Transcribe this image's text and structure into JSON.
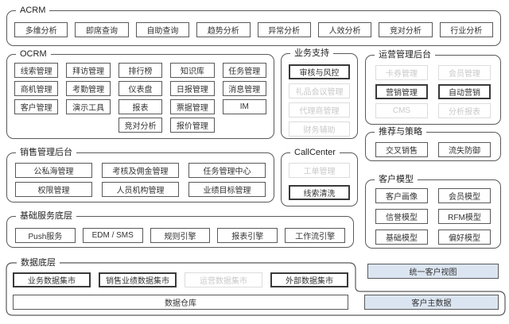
{
  "colors": {
    "group_border": "#595959",
    "button_border": "#595959",
    "emphasis_border": "#3a3a3a",
    "disabled_gray": "#c9c9c9",
    "highlight_blue": "#dbe5f1"
  },
  "acrm": {
    "label": "ACRM",
    "items": [
      {
        "label": "多维分析",
        "state": "normal"
      },
      {
        "label": "即席查询",
        "state": "normal"
      },
      {
        "label": "自助查询",
        "state": "normal"
      },
      {
        "label": "趋势分析",
        "state": "normal"
      },
      {
        "label": "异常分析",
        "state": "normal"
      },
      {
        "label": "人效分析",
        "state": "normal"
      },
      {
        "label": "竞对分析",
        "state": "normal"
      },
      {
        "label": "行业分析",
        "state": "normal"
      }
    ]
  },
  "ocrm": {
    "label": "OCRM",
    "items": [
      {
        "label": "线索管理",
        "state": "normal"
      },
      {
        "label": "拜访管理",
        "state": "normal"
      },
      {
        "label": "排行榜",
        "state": "normal"
      },
      {
        "label": "知识库",
        "state": "normal"
      },
      {
        "label": "任务管理",
        "state": "normal"
      },
      {
        "label": "商机管理",
        "state": "normal"
      },
      {
        "label": "考勤管理",
        "state": "normal"
      },
      {
        "label": "仪表盘",
        "state": "normal"
      },
      {
        "label": "日报管理",
        "state": "normal"
      },
      {
        "label": "消息管理",
        "state": "normal"
      },
      {
        "label": "客户管理",
        "state": "normal"
      },
      {
        "label": "演示工具",
        "state": "normal"
      },
      {
        "label": "报表",
        "state": "normal"
      },
      {
        "label": "票据管理",
        "state": "normal"
      },
      {
        "label": "IM",
        "state": "normal"
      },
      {
        "label": "竞对分析",
        "state": "normal"
      },
      {
        "label": "报价管理",
        "state": "normal"
      }
    ]
  },
  "biz_support": {
    "label": "业务支持",
    "items": [
      {
        "label": "审核与风控",
        "state": "emphasis"
      },
      {
        "label": "礼品会议管理",
        "state": "disabled"
      },
      {
        "label": "代理商管理",
        "state": "disabled"
      },
      {
        "label": "财务辅助",
        "state": "disabled"
      }
    ]
  },
  "ops_admin": {
    "label": "运营管理后台",
    "items": [
      {
        "label": "卡券管理",
        "state": "disabled"
      },
      {
        "label": "会员管理",
        "state": "disabled"
      },
      {
        "label": "营销管理",
        "state": "emphasis"
      },
      {
        "label": "自动营销",
        "state": "emphasis"
      },
      {
        "label": "CMS",
        "state": "disabled"
      },
      {
        "label": "分析报表",
        "state": "disabled"
      }
    ]
  },
  "recommend": {
    "label": "推荐与策略",
    "items": [
      {
        "label": "交叉销售",
        "state": "normal"
      },
      {
        "label": "流失防御",
        "state": "normal"
      }
    ]
  },
  "callcenter": {
    "label": "CallCenter",
    "items": [
      {
        "label": "工单管理",
        "state": "disabled"
      },
      {
        "label": "线索清洗",
        "state": "emphasis"
      }
    ]
  },
  "cust_model": {
    "label": "客户模型",
    "items": [
      {
        "label": "客户画像",
        "state": "normal"
      },
      {
        "label": "会员模型",
        "state": "normal"
      },
      {
        "label": "信誉模型",
        "state": "normal"
      },
      {
        "label": "RFM模型",
        "state": "normal"
      },
      {
        "label": "基础模型",
        "state": "normal"
      },
      {
        "label": "偏好模型",
        "state": "normal"
      }
    ]
  },
  "sales_admin": {
    "label": "销售管理后台",
    "items": [
      {
        "label": "公私海管理",
        "state": "normal"
      },
      {
        "label": "考核及佣金管理",
        "state": "normal"
      },
      {
        "label": "任务管理中心",
        "state": "normal"
      },
      {
        "label": "权限管理",
        "state": "normal"
      },
      {
        "label": "人员机构管理",
        "state": "normal"
      },
      {
        "label": "业绩目标管理",
        "state": "normal"
      }
    ]
  },
  "base_services": {
    "label": "基础服务底层",
    "items": [
      {
        "label": "Push服务",
        "state": "normal"
      },
      {
        "label": "EDM / SMS",
        "state": "normal"
      },
      {
        "label": "规则引擎",
        "state": "normal"
      },
      {
        "label": "报表引擎",
        "state": "normal"
      },
      {
        "label": "工作流引擎",
        "state": "normal"
      }
    ]
  },
  "data_layer": {
    "label": "数据底层",
    "marts": [
      {
        "label": "业务数据集市",
        "state": "emphasis"
      },
      {
        "label": "销售业绩数据集市",
        "state": "emphasis"
      },
      {
        "label": "运营数据集市",
        "state": "disabled"
      },
      {
        "label": "外部数据集市",
        "state": "emphasis"
      }
    ],
    "warehouse": {
      "label": "数据仓库",
      "state": "normal"
    },
    "master": {
      "label": "客户主数据",
      "state": "highlight"
    }
  },
  "unified_view": {
    "label": "统一客户视图",
    "state": "highlight"
  }
}
